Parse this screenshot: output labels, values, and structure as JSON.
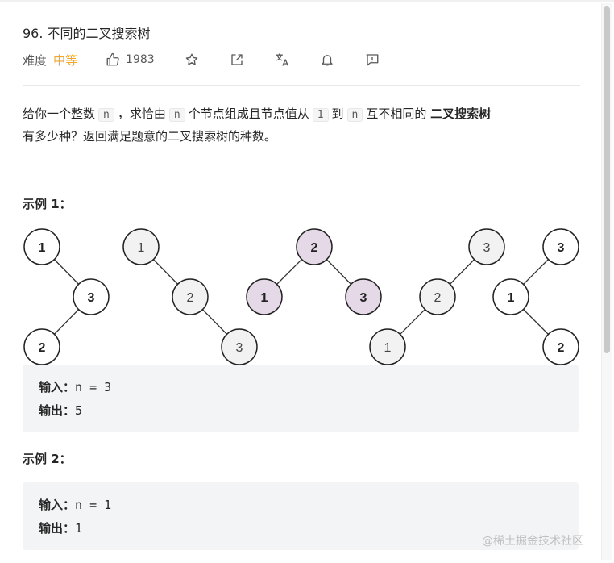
{
  "problem": {
    "title": "96. 不同的二叉搜索树",
    "difficulty_label": "难度",
    "difficulty_value": "中等",
    "likes": "1983"
  },
  "colors": {
    "accent_orange": "#f5a623",
    "node_highlight": "#e5d9e8",
    "node_default": "#f2f2f2",
    "code_bg": "#f3f4f5"
  },
  "icons": [
    "thumbs-up-icon",
    "star-icon",
    "share-icon",
    "translate-icon",
    "bell-icon",
    "comment-icon"
  ],
  "description": {
    "p1": "给你一个整数",
    "var_n": "n",
    "p2": "，求恰由",
    "p3": "个节点组成且节点值从",
    "var_1": "1",
    "p4": "到",
    "p5": "互不相同的",
    "bold": "二叉搜索树",
    "line2": "有多少种？返回满足题意的二叉搜索树的种数。"
  },
  "example1": {
    "title": "示例 1：",
    "input_label": "输入：",
    "input_value": "n = 3",
    "output_label": "输出：",
    "output_value": "5"
  },
  "example2": {
    "title": "示例 2：",
    "input_label": "输入：",
    "input_value": "n = 1",
    "output_label": "输出：",
    "output_value": "1"
  },
  "trees": [
    {
      "nodes": [
        "1",
        "3",
        "2"
      ]
    },
    {
      "nodes": [
        "1",
        "2",
        "3"
      ]
    },
    {
      "nodes": [
        "2",
        "1",
        "3"
      ]
    },
    {
      "nodes": [
        "3",
        "2",
        "1"
      ]
    },
    {
      "nodes": [
        "3",
        "1",
        "2"
      ]
    }
  ],
  "watermark": "@稀土掘金技术社区"
}
